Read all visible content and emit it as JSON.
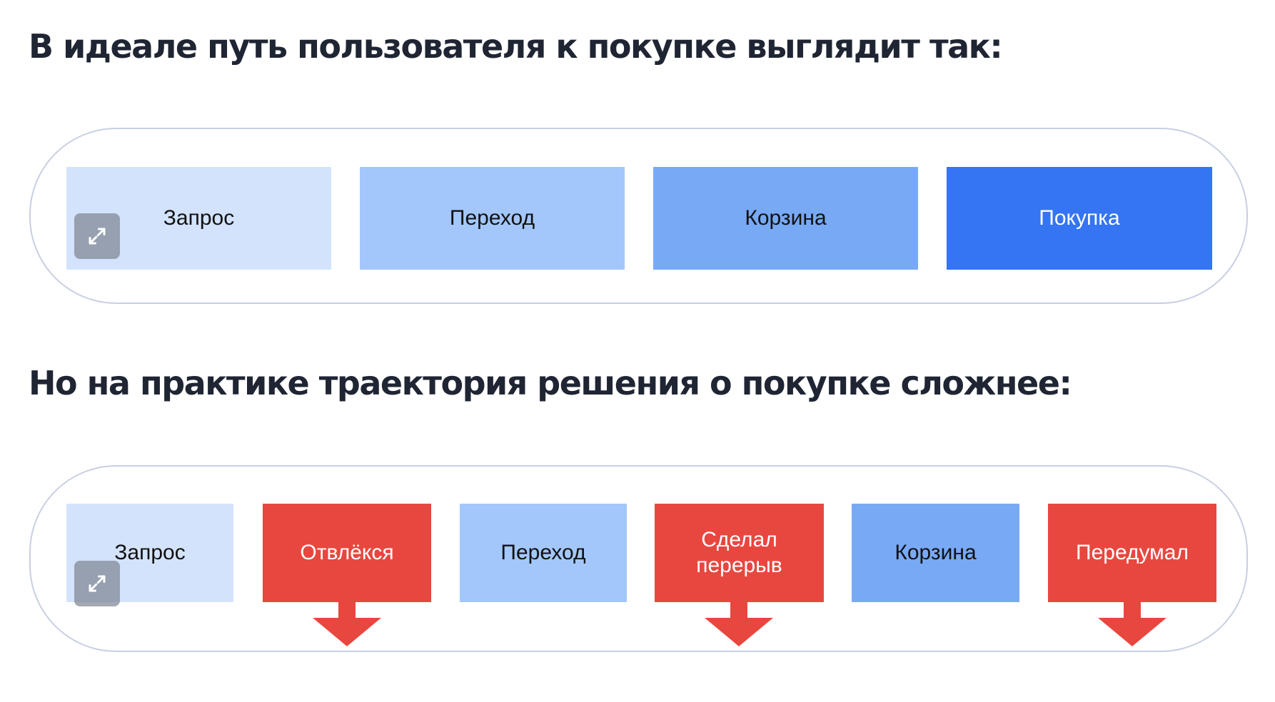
{
  "sections": [
    {
      "heading": "В идеале путь пользователя к покупке выглядит так:",
      "steps": [
        "Запрос",
        "Переход",
        "Корзина",
        "Покупка"
      ]
    },
    {
      "heading": "Но на практике траектория решения о покупке сложнее:",
      "steps": [
        "Запрос",
        "Отвлёкся",
        "Переход",
        "Сделал\nперерыв",
        "Корзина",
        "Передумал"
      ]
    }
  ],
  "colors": {
    "step_1": "#d3e3fc",
    "step_2": "#a3c7fa",
    "step_3": "#78a9f5",
    "step_4": "#3574f2",
    "dropoff": "#e8473f",
    "heading_text": "#1f2533",
    "frame_border": "#c8cfe2"
  },
  "icons": {
    "expand": "expand-arrows-icon",
    "dropoff": "down-arrow-icon"
  }
}
